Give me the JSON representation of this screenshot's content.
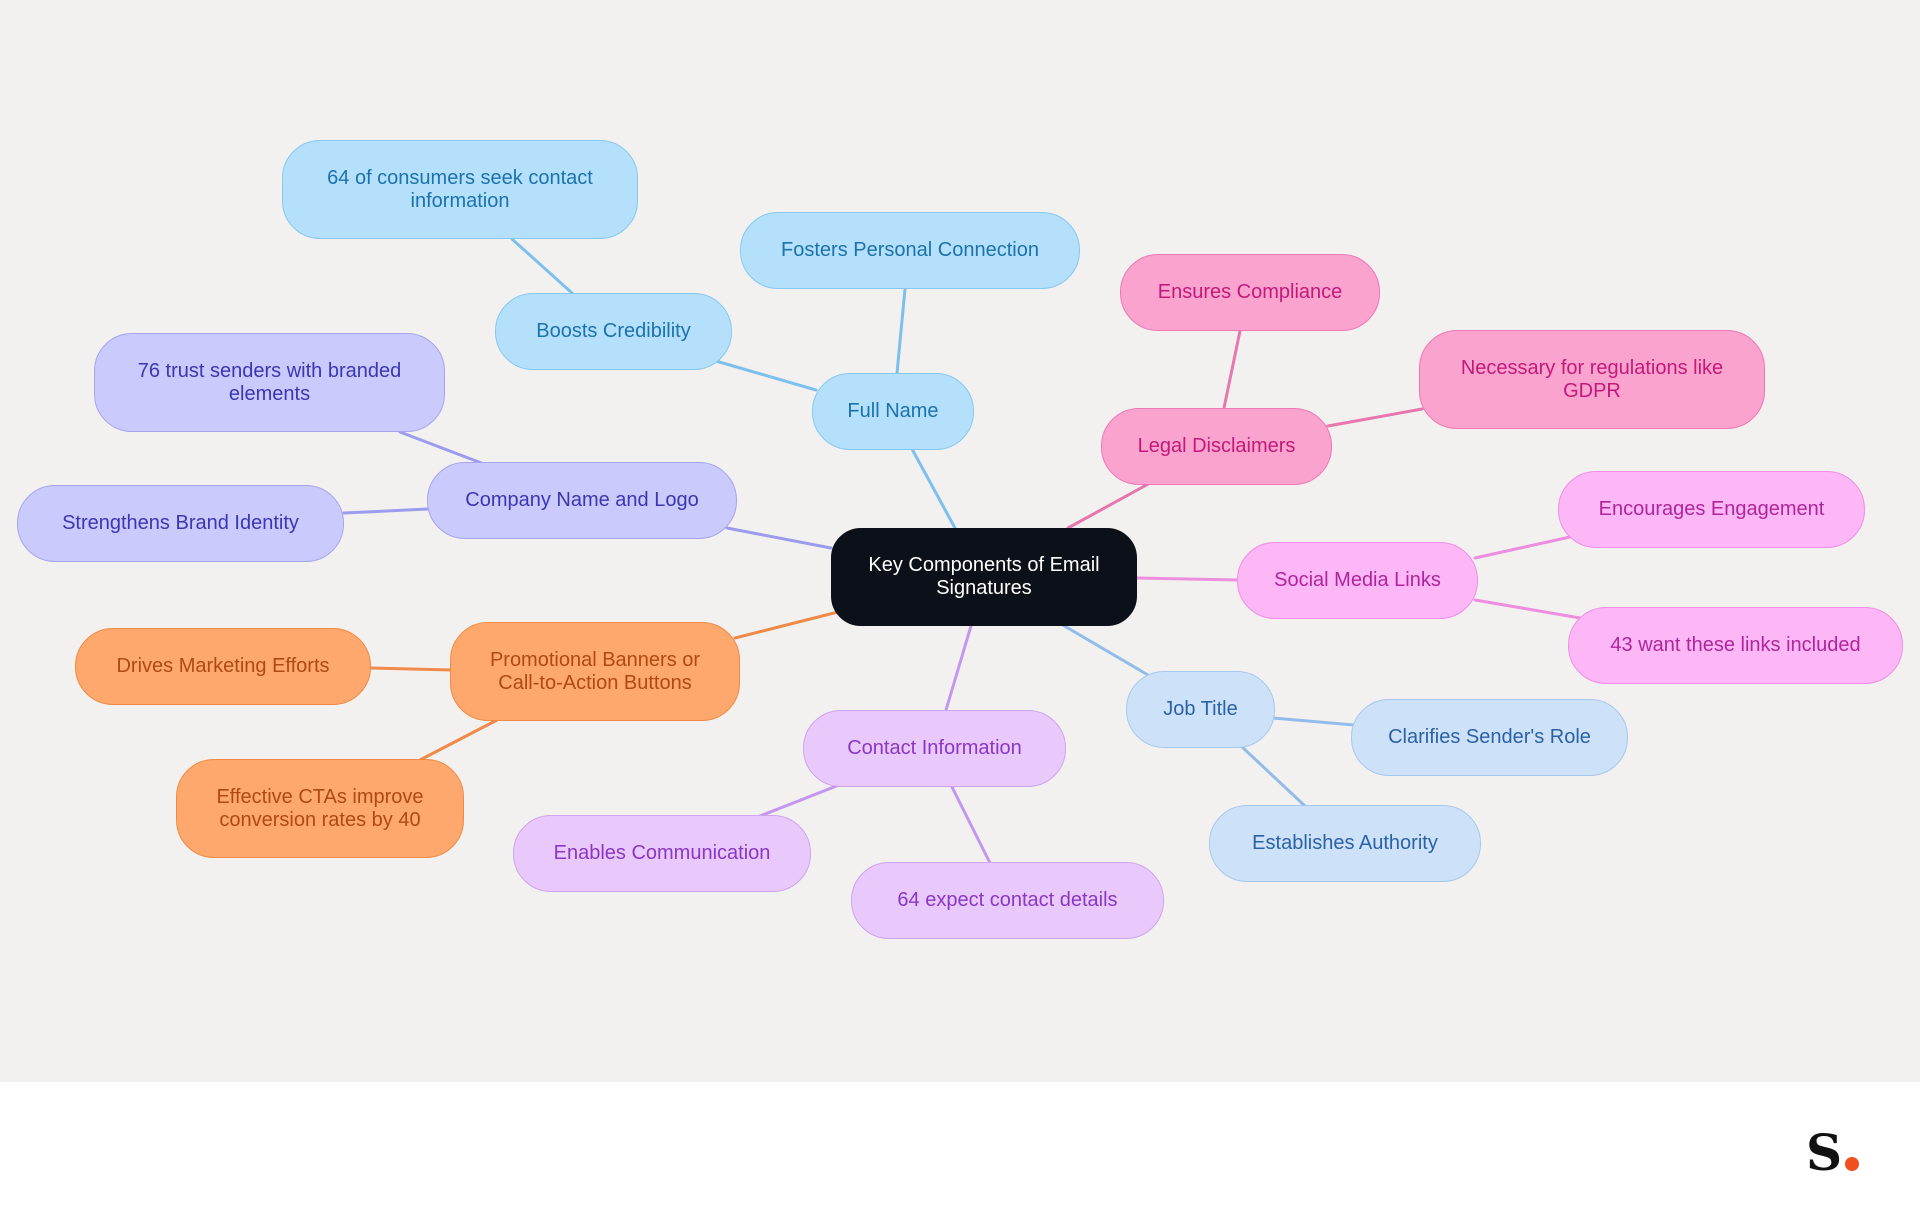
{
  "colors": {
    "root": "#0c1018",
    "full_name": "#7cc0ee",
    "legal": "#e777ac",
    "company": "#9c9cee",
    "promo": "#ef8a4a",
    "contact": "#c596ef",
    "job": "#92bdea",
    "social": "#ee8edf"
  },
  "diagram": {
    "root": "Key Components of Email Signatures",
    "branches": {
      "full_name": {
        "label": "Full Name",
        "children": [
          "Fosters Personal Connection",
          "Boosts Credibility"
        ],
        "grandchild": "64 of consumers seek contact information"
      },
      "legal": {
        "label": "Legal Disclaimers",
        "children": [
          "Ensures Compliance",
          "Necessary for regulations like GDPR"
        ]
      },
      "company": {
        "label": "Company Name and Logo",
        "children": [
          "76 trust senders with branded elements",
          "Strengthens Brand Identity"
        ]
      },
      "social": {
        "label": "Social Media Links",
        "children": [
          "Encourages Engagement",
          "43 want these links included"
        ]
      },
      "promo": {
        "label": "Promotional Banners or Call-to-Action Buttons",
        "children": [
          "Drives Marketing Efforts",
          "Effective CTAs improve conversion rates by 40"
        ]
      },
      "contact": {
        "label": "Contact Information",
        "children": [
          "Enables Communication",
          "64 expect contact details"
        ]
      },
      "job": {
        "label": "Job Title",
        "children": [
          "Clarifies Sender's Role",
          "Establishes Authority"
        ]
      }
    }
  },
  "logo": {
    "letter": "S"
  }
}
